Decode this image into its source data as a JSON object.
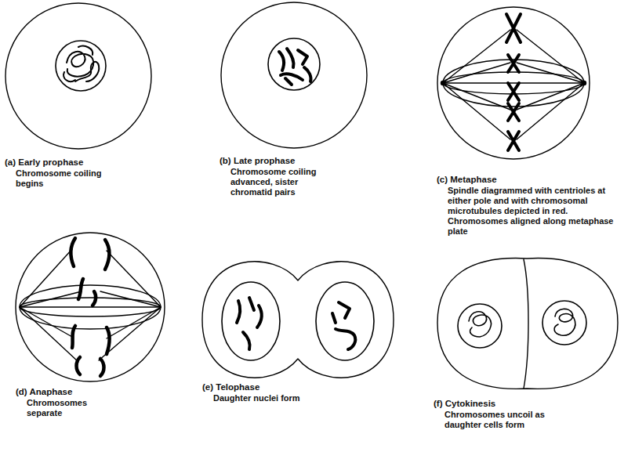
{
  "diagram": {
    "nodes": [
      {
        "text": [
          "(a) Early prophase",
          "Chromosome coiling begins"
        ]
      },
      {
        "text": [
          "(b) Late prophase",
          "Chromosome coiling advanced, sister chromatid pairs"
        ]
      },
      {
        "text": [
          "(c) Metaphase",
          "Spindle diagrammed with centrioles at either pole and with chromosomal microtubules depicted in red. Chromosomes aligned along metaphase plate"
        ]
      },
      {
        "text": [
          "(d) Anaphase",
          "Chromosomes separate"
        ]
      },
      {
        "text": [
          "(e) Telophase",
          "Daughter nuclei form"
        ]
      },
      {
        "text": [
          "(f) Cytokinesis",
          "Chromosomes uncoil as daughter cells form"
        ]
      }
    ]
  }
}
